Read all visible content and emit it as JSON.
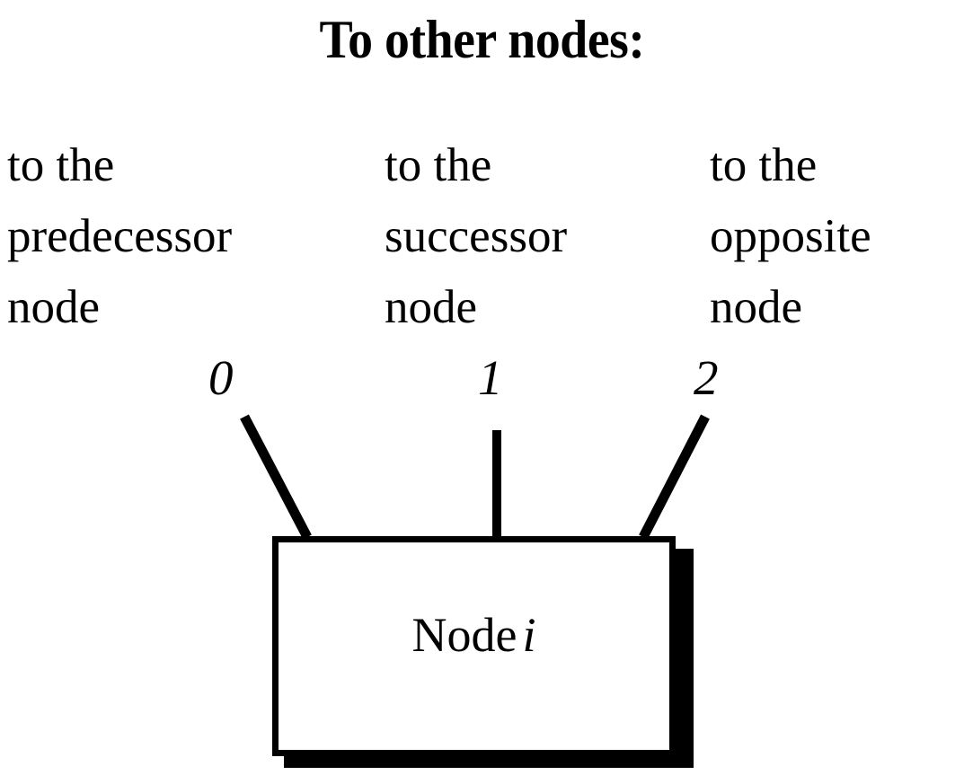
{
  "diagram": {
    "title": "To other nodes:",
    "destinations": [
      {
        "port": "0",
        "lines": [
          "to the",
          "predecessor",
          "node"
        ],
        "full": "to the predecessor node"
      },
      {
        "port": "1",
        "lines": [
          "to the",
          "successor",
          "node"
        ],
        "full": "to the successor node"
      },
      {
        "port": "2",
        "lines": [
          "to the",
          "opposite",
          "node"
        ],
        "full": "to the opposite node"
      }
    ],
    "node": {
      "label_text": "Node",
      "label_index": "i",
      "full_label": "Node i"
    },
    "colors": {
      "background": "#ffffff",
      "ink": "#000000",
      "shadow": "#000000"
    }
  }
}
